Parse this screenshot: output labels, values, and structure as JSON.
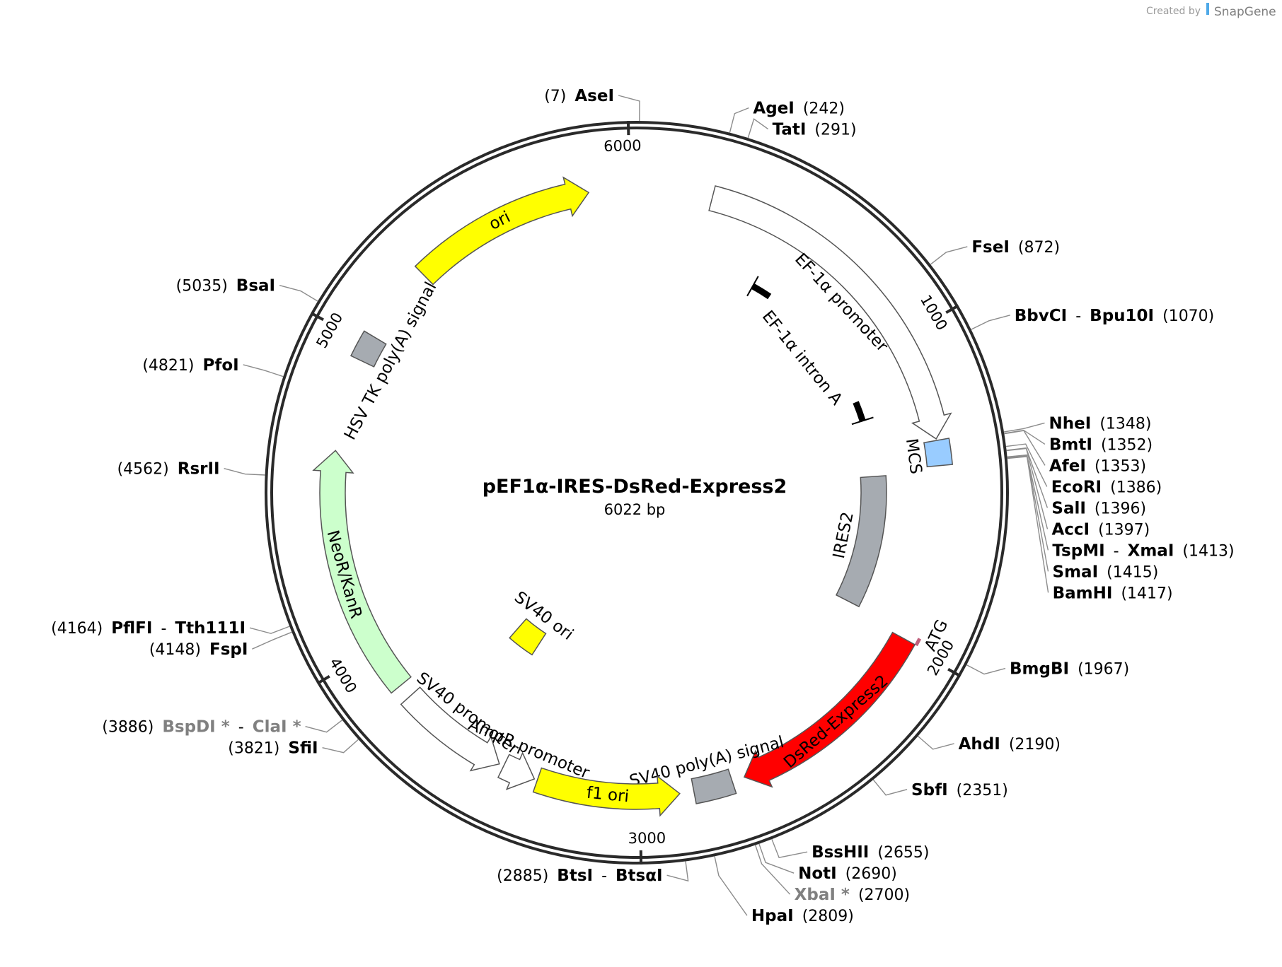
{
  "credit": {
    "prefix": "Created by",
    "brand": "SnapGene"
  },
  "plasmid": {
    "name": "pEF1α-IRES-DsRed-Express2",
    "size_label": "6022 bp",
    "length": 6022
  },
  "colors": {
    "backbone": "#2a2a2a",
    "ori": "#ffff00",
    "f1_ori": "#ffff00",
    "sv40_ori": "#ffff00",
    "neo": "#ccffcc",
    "dsred": "#ff0000",
    "ires": "#a6abb1",
    "polyA": "#a6abb1",
    "mcs": "#99ccff",
    "promoter": "#ffffff",
    "intron": "#000000",
    "atg": "#c0607c"
  },
  "ticks": [
    {
      "pos": 1000,
      "label": "1000"
    },
    {
      "pos": 2000,
      "label": "2000"
    },
    {
      "pos": 3000,
      "label": "3000"
    },
    {
      "pos": 4000,
      "label": "4000"
    },
    {
      "pos": 5000,
      "label": "5000"
    },
    {
      "pos": 6000,
      "label": "6000"
    }
  ],
  "features": [
    {
      "id": "ef1a-promoter",
      "label": "EF-1α promoter",
      "type": "arrow",
      "start": 240,
      "end": 1335,
      "dir": 1,
      "ring": 1,
      "color": "promoter"
    },
    {
      "id": "ef1a-intron-a",
      "label": "EF-1α intron A",
      "type": "intron",
      "start": 490,
      "end": 1210,
      "dir": 1,
      "ring": 2,
      "color": "intron"
    },
    {
      "id": "mcs",
      "label": "MCS",
      "type": "box",
      "start": 1340,
      "end": 1420,
      "dir": 0,
      "ring": 1,
      "color": "mcs"
    },
    {
      "id": "ires2",
      "label": "IRES2",
      "type": "box",
      "start": 1440,
      "end": 1960,
      "dir": 0,
      "ring": 2,
      "color": "ires"
    },
    {
      "id": "atg",
      "label": "ATG",
      "type": "atg",
      "start": 1970,
      "end": 1985,
      "dir": 0,
      "ring": 1,
      "color": "atg"
    },
    {
      "id": "dsred-express2",
      "label": "DsRed-Express2",
      "type": "arrow",
      "start": 1985,
      "end": 2665,
      "dir": 1,
      "ring": 1,
      "color": "dsred"
    },
    {
      "id": "sv40-polya",
      "label": "SV40 poly(A) signal",
      "type": "box",
      "start": 2705,
      "end": 2830,
      "dir": 0,
      "ring": 1,
      "color": "polyA"
    },
    {
      "id": "f1-ori",
      "label": "f1 ori",
      "type": "arrow",
      "start": 2875,
      "end": 3330,
      "dir": -1,
      "ring": 1,
      "color": "f1_ori"
    },
    {
      "id": "ampr-promoter",
      "label": "AmpR promoter",
      "type": "arrow",
      "start": 3340,
      "end": 3445,
      "dir": -1,
      "ring": 1,
      "color": "promoter"
    },
    {
      "id": "sv40-promoter",
      "label": "SV40 promoter",
      "type": "arrow",
      "start": 3460,
      "end": 3815,
      "dir": -1,
      "ring": 1,
      "color": "promoter"
    },
    {
      "id": "sv40-ori",
      "label": "SV40 ori",
      "type": "box",
      "start": 3560,
      "end": 3700,
      "dir": 0,
      "ring": 3,
      "color": "sv40_ori"
    },
    {
      "id": "neor-kanr",
      "label": "NeoR/KanR",
      "type": "arrow",
      "start": 3860,
      "end": 4650,
      "dir": 1,
      "ring": 1,
      "color": "neo"
    },
    {
      "id": "hsv-tk-polya",
      "label": "HSV TK poly(A) signal",
      "type": "box",
      "start": 4945,
      "end": 5030,
      "dir": 0,
      "ring": 1,
      "color": "polyA"
    },
    {
      "id": "ori",
      "label": "ori",
      "type": "arrow",
      "start": 5280,
      "end": 5870,
      "dir": 1,
      "ring": 1,
      "color": "ori"
    }
  ],
  "sites": [
    {
      "pos": 7,
      "parts": [
        {
          "t": "(7)",
          "k": "pos"
        },
        {
          "t": "AseI",
          "k": "name"
        }
      ],
      "side": "left"
    },
    {
      "pos": 242,
      "parts": [
        {
          "t": "AgeI",
          "k": "name"
        },
        {
          "t": "(242)",
          "k": "pos"
        }
      ],
      "side": "right"
    },
    {
      "pos": 291,
      "parts": [
        {
          "t": "TatI",
          "k": "name"
        },
        {
          "t": "(291)",
          "k": "pos"
        }
      ],
      "side": "right"
    },
    {
      "pos": 872,
      "parts": [
        {
          "t": "FseI",
          "k": "name"
        },
        {
          "t": "(872)",
          "k": "pos"
        }
      ],
      "side": "right"
    },
    {
      "pos": 1070,
      "parts": [
        {
          "t": "BbvCI",
          "k": "name"
        },
        {
          "t": "-",
          "k": "sep"
        },
        {
          "t": "Bpu10I",
          "k": "name"
        },
        {
          "t": "(1070)",
          "k": "pos"
        }
      ],
      "side": "right"
    },
    {
      "pos": 1348,
      "parts": [
        {
          "t": "NheI",
          "k": "name"
        },
        {
          "t": "(1348)",
          "k": "pos"
        }
      ],
      "side": "right"
    },
    {
      "pos": 1352,
      "parts": [
        {
          "t": "BmtI",
          "k": "name"
        },
        {
          "t": "(1352)",
          "k": "pos"
        }
      ],
      "side": "right"
    },
    {
      "pos": 1353,
      "parts": [
        {
          "t": "AfeI",
          "k": "name"
        },
        {
          "t": "(1353)",
          "k": "pos"
        }
      ],
      "side": "right"
    },
    {
      "pos": 1386,
      "parts": [
        {
          "t": "EcoRI",
          "k": "name"
        },
        {
          "t": "(1386)",
          "k": "pos"
        }
      ],
      "side": "right"
    },
    {
      "pos": 1396,
      "parts": [
        {
          "t": "SalI",
          "k": "name"
        },
        {
          "t": "(1396)",
          "k": "pos"
        }
      ],
      "side": "right"
    },
    {
      "pos": 1397,
      "parts": [
        {
          "t": "AccI",
          "k": "name"
        },
        {
          "t": "(1397)",
          "k": "pos"
        }
      ],
      "side": "right"
    },
    {
      "pos": 1413,
      "parts": [
        {
          "t": "TspMI",
          "k": "name"
        },
        {
          "t": "-",
          "k": "sep"
        },
        {
          "t": "XmaI",
          "k": "name"
        },
        {
          "t": "(1413)",
          "k": "pos"
        }
      ],
      "side": "right"
    },
    {
      "pos": 1415,
      "parts": [
        {
          "t": "SmaI",
          "k": "name"
        },
        {
          "t": "(1415)",
          "k": "pos"
        }
      ],
      "side": "right"
    },
    {
      "pos": 1417,
      "parts": [
        {
          "t": "BamHI",
          "k": "name"
        },
        {
          "t": "(1417)",
          "k": "pos"
        }
      ],
      "side": "right"
    },
    {
      "pos": 1967,
      "parts": [
        {
          "t": "BmgBI",
          "k": "name"
        },
        {
          "t": "(1967)",
          "k": "pos"
        }
      ],
      "side": "right"
    },
    {
      "pos": 2190,
      "parts": [
        {
          "t": "AhdI",
          "k": "name"
        },
        {
          "t": "(2190)",
          "k": "pos"
        }
      ],
      "side": "right"
    },
    {
      "pos": 2351,
      "parts": [
        {
          "t": "SbfI",
          "k": "name"
        },
        {
          "t": "(2351)",
          "k": "pos"
        }
      ],
      "side": "right"
    },
    {
      "pos": 2655,
      "parts": [
        {
          "t": "BssHII",
          "k": "name"
        },
        {
          "t": "(2655)",
          "k": "pos"
        }
      ],
      "side": "right"
    },
    {
      "pos": 2690,
      "parts": [
        {
          "t": "NotI",
          "k": "name"
        },
        {
          "t": "(2690)",
          "k": "pos"
        }
      ],
      "side": "right"
    },
    {
      "pos": 2700,
      "parts": [
        {
          "t": "XbaI *",
          "k": "gray"
        },
        {
          "t": "(2700)",
          "k": "pos"
        }
      ],
      "side": "right"
    },
    {
      "pos": 2809,
      "parts": [
        {
          "t": "HpaI",
          "k": "name"
        },
        {
          "t": "(2809)",
          "k": "pos"
        }
      ],
      "side": "right"
    },
    {
      "pos": 2885,
      "parts": [
        {
          "t": "(2885)",
          "k": "pos"
        },
        {
          "t": "BtsI",
          "k": "name"
        },
        {
          "t": "-",
          "k": "sep"
        },
        {
          "t": "BtsαI",
          "k": "name"
        }
      ],
      "side": "left"
    },
    {
      "pos": 3821,
      "parts": [
        {
          "t": "(3821)",
          "k": "pos"
        },
        {
          "t": "SfiI",
          "k": "name"
        }
      ],
      "side": "left"
    },
    {
      "pos": 3886,
      "parts": [
        {
          "t": "(3886)",
          "k": "pos"
        },
        {
          "t": "BspDI *",
          "k": "gray"
        },
        {
          "t": "-",
          "k": "sep"
        },
        {
          "t": "ClaI *",
          "k": "gray"
        }
      ],
      "side": "left"
    },
    {
      "pos": 4148,
      "parts": [
        {
          "t": "(4148)",
          "k": "pos"
        },
        {
          "t": "FspI",
          "k": "name"
        }
      ],
      "side": "left"
    },
    {
      "pos": 4164,
      "parts": [
        {
          "t": "(4164)",
          "k": "pos"
        },
        {
          "t": "PflFI",
          "k": "name"
        },
        {
          "t": "-",
          "k": "sep"
        },
        {
          "t": "Tth111I",
          "k": "name"
        }
      ],
      "side": "left"
    },
    {
      "pos": 4562,
      "parts": [
        {
          "t": "(4562)",
          "k": "pos"
        },
        {
          "t": "RsrII",
          "k": "name"
        }
      ],
      "side": "left"
    },
    {
      "pos": 4821,
      "parts": [
        {
          "t": "(4821)",
          "k": "pos"
        },
        {
          "t": "PfoI",
          "k": "name"
        }
      ],
      "side": "left"
    },
    {
      "pos": 5035,
      "parts": [
        {
          "t": "(5035)",
          "k": "pos"
        },
        {
          "t": "BsaI",
          "k": "name"
        }
      ],
      "side": "left"
    }
  ]
}
